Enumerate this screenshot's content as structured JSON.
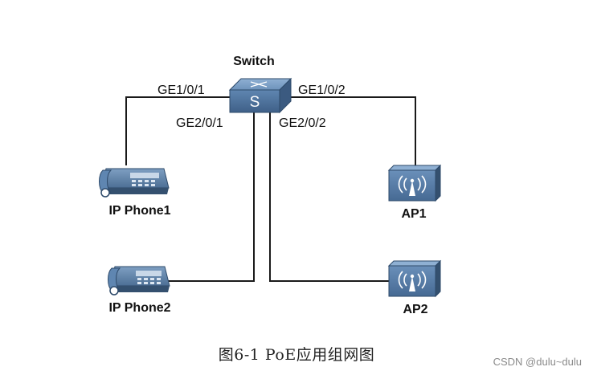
{
  "switch": {
    "label": "Switch",
    "icon_letter": "S",
    "ports": {
      "ge1_0_1": "GE1/0/1",
      "ge2_0_1": "GE2/0/1",
      "ge1_0_2": "GE1/0/2",
      "ge2_0_2": "GE2/0/2"
    }
  },
  "devices": {
    "ip_phone1": "IP Phone1",
    "ip_phone2": "IP Phone2",
    "ap1": "AP1",
    "ap2": "AP2"
  },
  "caption": "图6-1 PoE应用组网图",
  "watermark": "CSDN @dulu~dulu",
  "colors": {
    "device_blue": "#5a7fa6",
    "device_dark": "#34506f",
    "link_line": "#1a1a1a"
  },
  "icons": {
    "switch": "network-switch-icon",
    "phone": "desk-phone-icon",
    "ap": "wireless-access-point-icon"
  }
}
